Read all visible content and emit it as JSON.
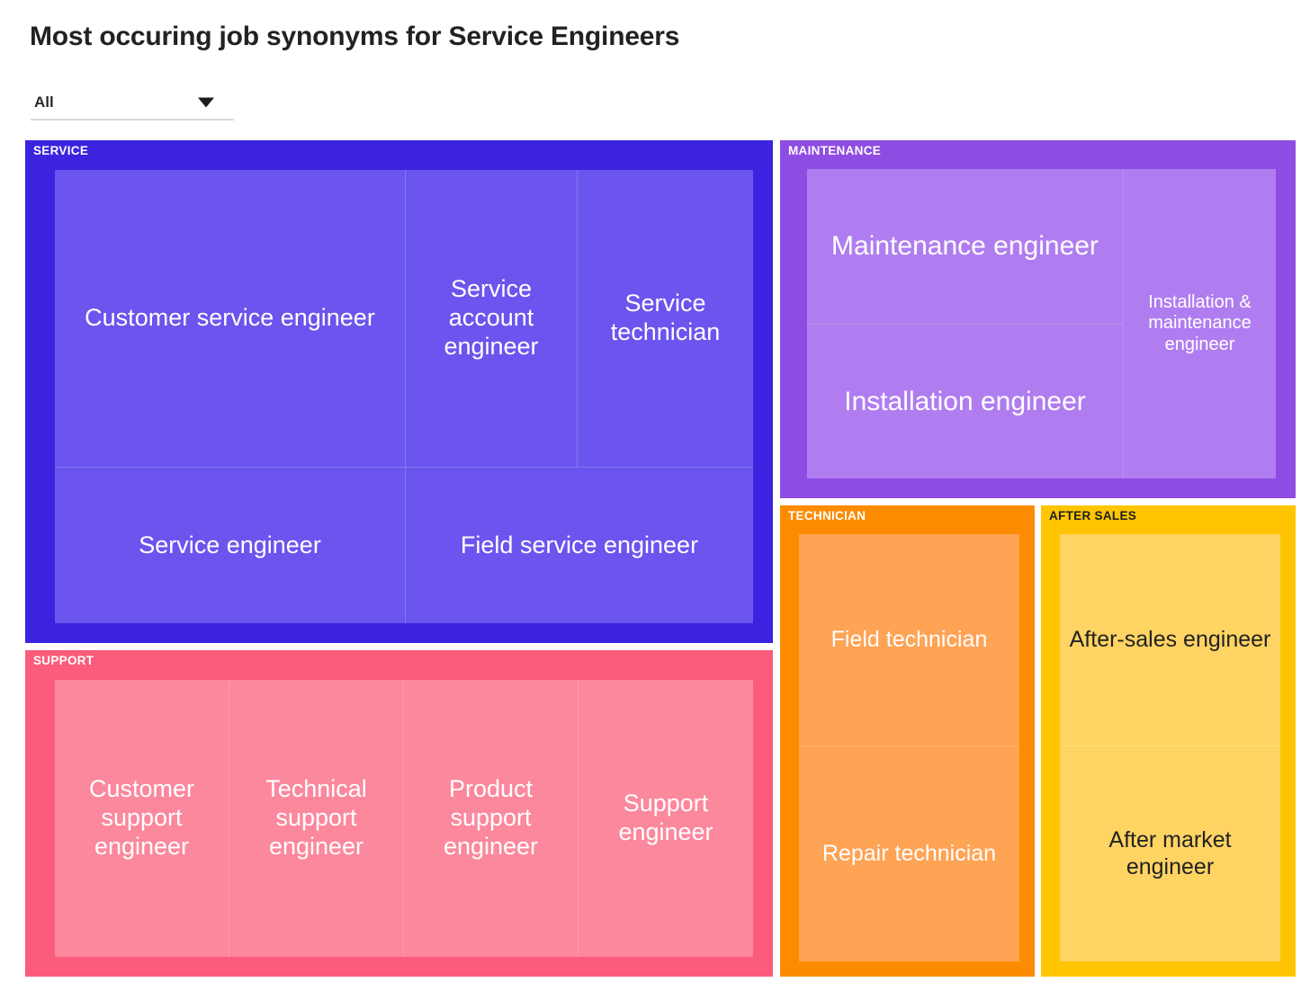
{
  "header": {
    "title": "Most occuring job synonyms for Service Engineers",
    "filter": {
      "name": "category-filter",
      "value": "All",
      "icon": "chevron-down-icon"
    }
  },
  "chart_data": {
    "type": "treemap",
    "title": "Most occuring job synonyms for Service Engineers",
    "xlabel": "",
    "ylabel": "",
    "legend": "none",
    "grid": false,
    "groups": [
      {
        "name": "SERVICE",
        "label_color": "#ffffff",
        "group_color": "#3b23e0",
        "tile_color": "#6b55ee",
        "tile_text_color": "#ffffff",
        "items": [
          {
            "label": "Customer service engineer",
            "font_size": 27
          },
          {
            "label": "Service account engineer",
            "font_size": 27
          },
          {
            "label": "Service technician",
            "font_size": 27
          },
          {
            "label": "Service engineer",
            "font_size": 27
          },
          {
            "label": "Field service engineer",
            "font_size": 27
          }
        ]
      },
      {
        "name": "SUPPORT",
        "label_color": "#ffffff",
        "group_color": "#fb5c7b",
        "tile_color": "#fc889d",
        "tile_text_color": "#ffffff",
        "items": [
          {
            "label": "Customer support engineer",
            "font_size": 27
          },
          {
            "label": "Technical support engineer",
            "font_size": 27
          },
          {
            "label": "Product support engineer",
            "font_size": 27
          },
          {
            "label": "Support engineer",
            "font_size": 27
          }
        ]
      },
      {
        "name": "MAINTENANCE",
        "label_color": "#ffffff",
        "group_color": "#8f4ce2",
        "tile_color": "#b07df0",
        "tile_text_color": "#ffffff",
        "items": [
          {
            "label": "Maintenance engineer",
            "font_size": 30
          },
          {
            "label": "Installation engineer",
            "font_size": 30
          },
          {
            "label": "Installation & maintenance engineer",
            "font_size": 20
          }
        ]
      },
      {
        "name": "TECHNICIAN",
        "label_color": "#ffffff",
        "group_color": "#fd8b00",
        "tile_color": "#ffa355",
        "tile_text_color": "#ffffff",
        "items": [
          {
            "label": "Field technician",
            "font_size": 25
          },
          {
            "label": "Repair technician",
            "font_size": 25
          }
        ]
      },
      {
        "name": "AFTER SALES",
        "label_color": "#1d1d1d",
        "group_color": "#ffc502",
        "tile_color": "#ffd463",
        "tile_text_color": "#1d1d1d",
        "items": [
          {
            "label": "After-sales engineer",
            "font_size": 25
          },
          {
            "label": "After market engineer",
            "font_size": 25
          }
        ]
      }
    ]
  }
}
